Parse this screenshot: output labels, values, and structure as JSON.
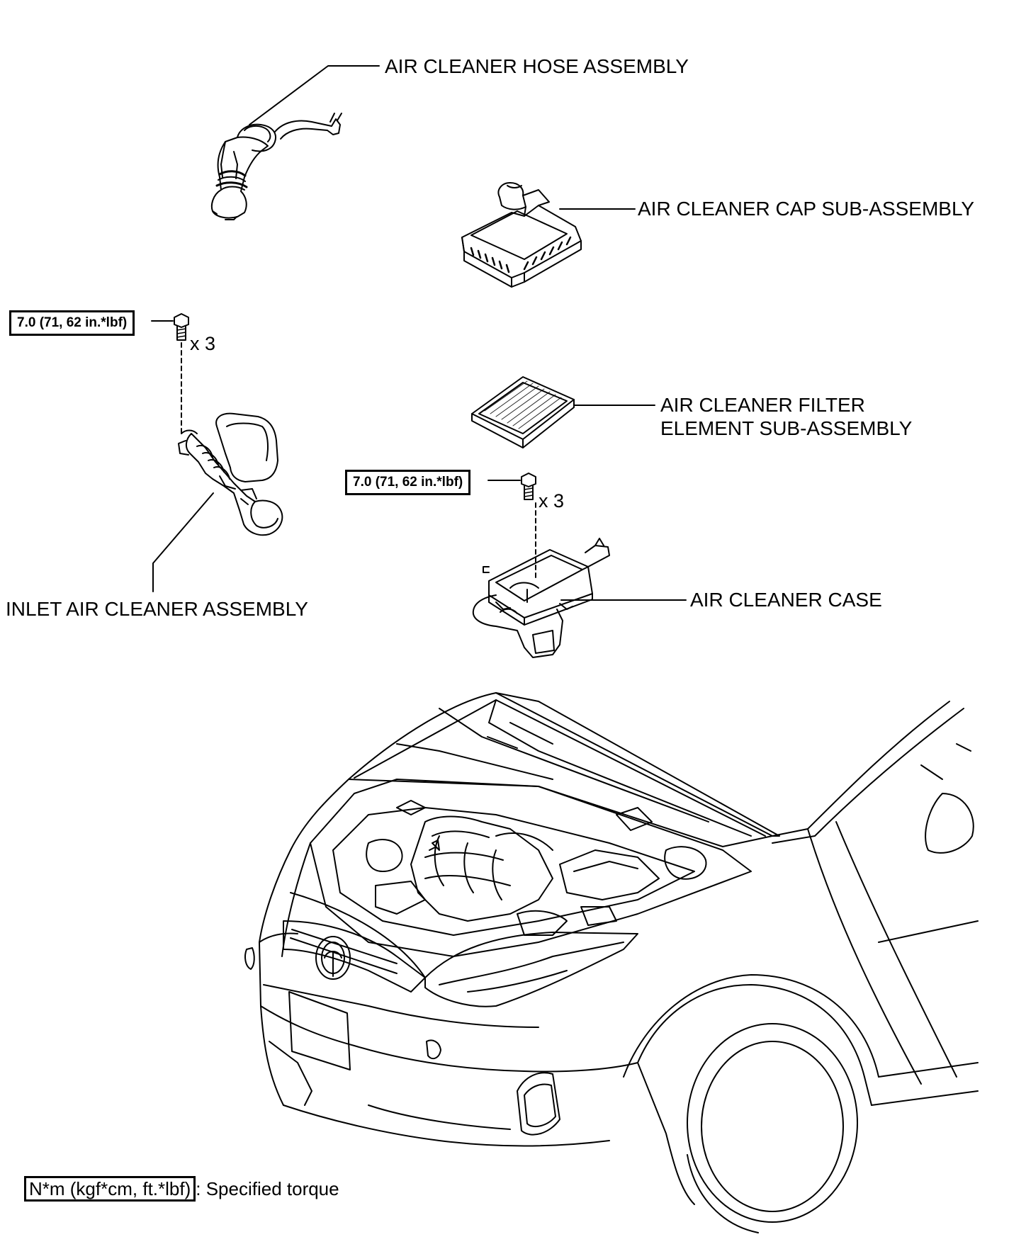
{
  "labels": {
    "hose_assembly": "AIR CLEANER HOSE ASSEMBLY",
    "cap_sub_assembly": "AIR CLEANER CAP SUB-ASSEMBLY",
    "filter_line1": "AIR CLEANER FILTER",
    "filter_line2": "ELEMENT SUB-ASSEMBLY",
    "case": "AIR CLEANER CASE",
    "inlet_assembly": "INLET AIR CLEANER ASSEMBLY"
  },
  "torque_specs": {
    "inlet_bolt": "7.0 (71, 62 in.*lbf)",
    "case_bolt": "7.0 (71, 62 in.*lbf)"
  },
  "quantities": {
    "inlet_bolt": "x 3",
    "case_bolt": "x 3"
  },
  "legend": {
    "unit_box": "N*m (kgf*cm, ft.*lbf)",
    "description": ": Specified torque"
  }
}
